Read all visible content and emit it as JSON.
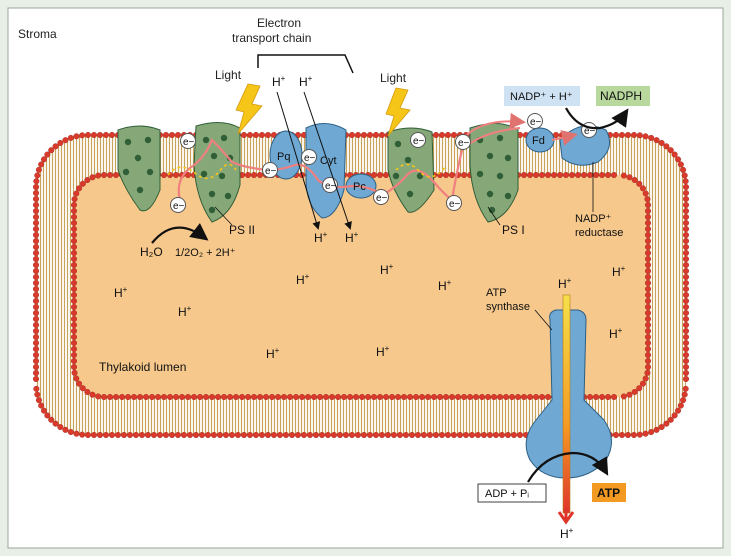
{
  "labels": {
    "stroma": "Stroma",
    "etc_line1": "Electron",
    "etc_line2": "transport chain",
    "light": "Light",
    "h_plus": "H",
    "plus": "+",
    "e_minus": "e",
    "minus": "−",
    "pq": "Pq",
    "cyt": "Cyt",
    "pc": "Pc",
    "fd": "Fd",
    "ps2": "PS II",
    "ps1": "PS I",
    "h2o": "H₂O",
    "o2_products": "1/2O₂ + 2H⁺",
    "nadp_plus_h": "NADP⁺ + H⁺",
    "nadph": "NADPH",
    "nadp_red_line1": "NADP⁺",
    "nadp_red_line2": "reductase",
    "thylakoid_lumen": "Thylakoid lumen",
    "atp_line1": "ATP",
    "atp_line2": "synthase",
    "adp_pi": "ADP + Pᵢ",
    "atp": "ATP"
  },
  "colors": {
    "stroma_bg": "#ffffff",
    "lumen": "#f6c88c",
    "lipid_head": "#d93a2b",
    "lipid_tail": "#c9a35a",
    "photosystem": "#86a878",
    "photosystem_dots": "#2f5e37",
    "carrier_blue": "#6fa8d2",
    "electron_path": "#f08080",
    "light_bolt": "#f5c518",
    "nadph_box": "#b9d89e",
    "nadp_box": "#cfe2f3",
    "atp_box": "#f39a22"
  }
}
